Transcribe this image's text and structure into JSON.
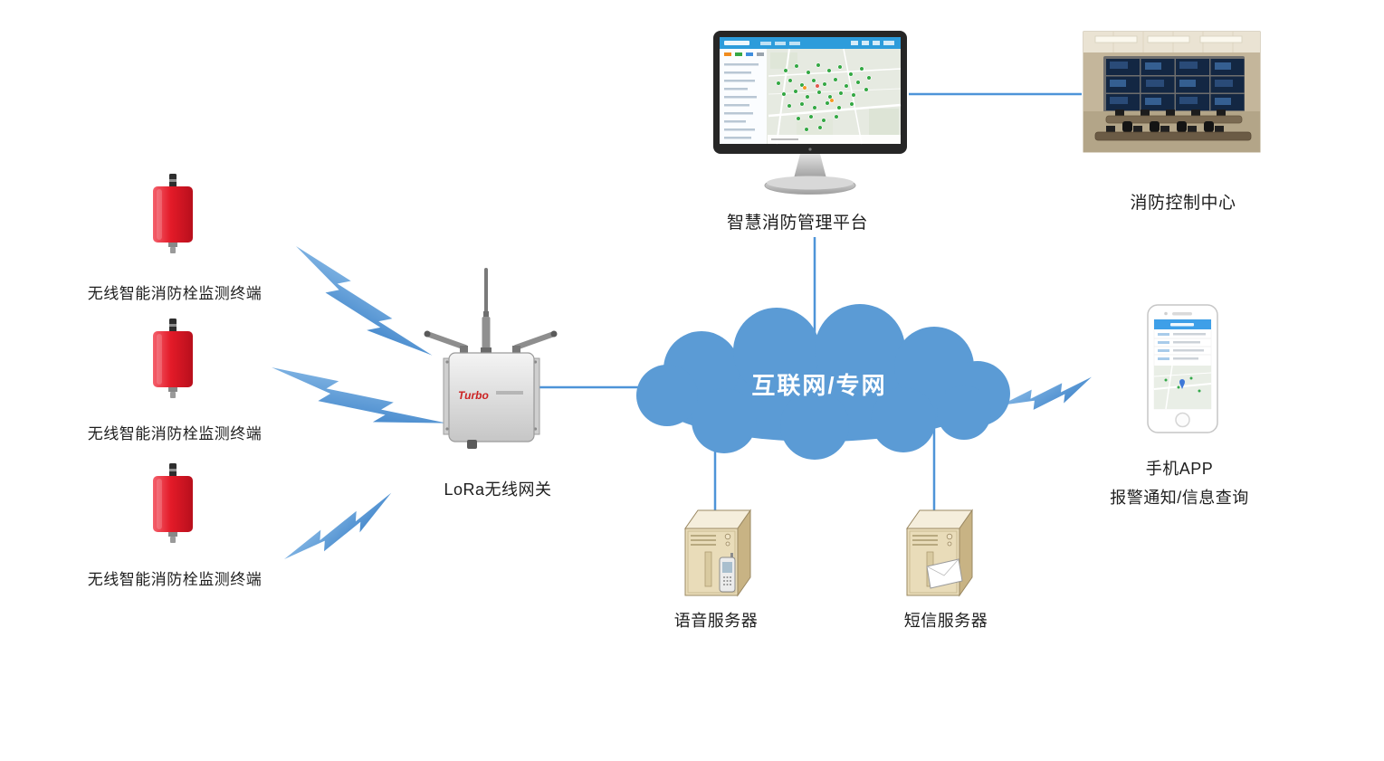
{
  "diagram_type": "network-topology",
  "colors": {
    "accent_blue": "#5B9BD5",
    "connector_blue": "#4E94D8",
    "terminal_red": "#E01824",
    "cloud_text": "#FFFFFF"
  },
  "nodes": {
    "terminals": [
      {
        "label": "无线智能消防栓监测终端"
      },
      {
        "label": "无线智能消防栓监测终端"
      },
      {
        "label": "无线智能消防栓监测终端"
      }
    ],
    "gateway": {
      "label": "LoRa无线网关",
      "brand": "Turbo"
    },
    "cloud": {
      "label": "互联网/专网"
    },
    "platform": {
      "label": "智慧消防管理平台"
    },
    "control_center": {
      "label": "消防控制中心"
    },
    "phone_app": {
      "label_line1": "手机APP",
      "label_line2": "报警通知/信息查询"
    },
    "voice_server": {
      "label": "语音服务器"
    },
    "sms_server": {
      "label": "短信服务器"
    }
  },
  "connections": [
    {
      "from": "terminal-1",
      "to": "gateway",
      "style": "lightning"
    },
    {
      "from": "terminal-2",
      "to": "gateway",
      "style": "lightning"
    },
    {
      "from": "terminal-3",
      "to": "gateway",
      "style": "lightning"
    },
    {
      "from": "gateway",
      "to": "cloud",
      "style": "line"
    },
    {
      "from": "cloud",
      "to": "platform",
      "style": "line"
    },
    {
      "from": "platform",
      "to": "control-center",
      "style": "line"
    },
    {
      "from": "cloud",
      "to": "voice-server",
      "style": "line"
    },
    {
      "from": "cloud",
      "to": "sms-server",
      "style": "line"
    },
    {
      "from": "cloud",
      "to": "phone-app",
      "style": "lightning"
    }
  ]
}
